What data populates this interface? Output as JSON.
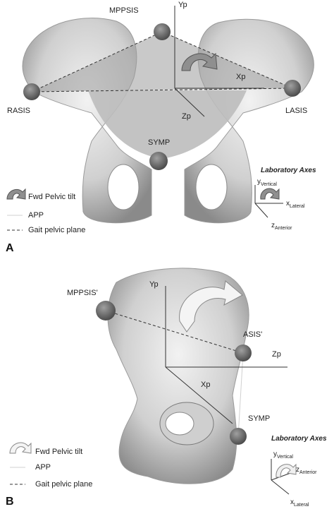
{
  "panel_a": {
    "letter": "A",
    "landmarks": {
      "mppsis": "MPPSIS",
      "rasis": "RASIS",
      "lasis": "LASIS",
      "symp": "SYMP"
    },
    "axes": {
      "yp": "Yp",
      "xp": "Xp",
      "zp": "Zp"
    },
    "lab_axes": {
      "title": "Laboratory Axes",
      "y": "y",
      "y_sub": "Vertical",
      "x": "x",
      "x_sub": "Lateral",
      "z": "z",
      "z_sub": "Anterior"
    },
    "legend": {
      "tilt": "Fwd Pelvic tilt",
      "app": "APP",
      "gait": "Gait pelvic plane"
    }
  },
  "panel_b": {
    "letter": "B",
    "landmarks": {
      "mppsis": "MPPSIS'",
      "asis": "ASIS'",
      "symp": "SYMP"
    },
    "axes": {
      "yp": "Yp",
      "xp": "Xp",
      "zp": "Zp"
    },
    "lab_axes": {
      "title": "Laboratory Axes",
      "y": "y",
      "y_sub": "Vertical",
      "z": "z",
      "z_sub": "Anterior",
      "x": "x",
      "x_sub": "Lateral"
    },
    "legend": {
      "tilt": "Fwd Pelvic tilt",
      "app": "APP",
      "gait": "Gait pelvic plane"
    }
  },
  "colors": {
    "bone": "#d2d2d2",
    "bone_dark": "#8f8f8f",
    "landmark": "#6b6b6b",
    "plane": "#b8b8b8"
  }
}
